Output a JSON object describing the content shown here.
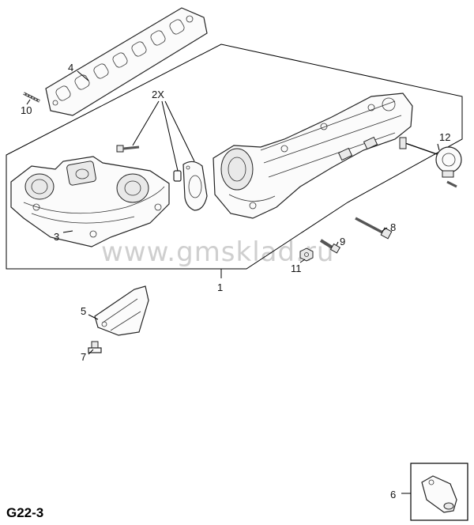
{
  "diagram": {
    "code": "G22-3",
    "watermark": "www.gmsklad.ru",
    "callouts": {
      "c1": "1",
      "c2x": "2X",
      "c3": "3",
      "c4": "4",
      "c5": "5",
      "c6": "6",
      "c7": "7",
      "c8": "8",
      "c9": "9",
      "c10": "10",
      "c11": "11",
      "c12": "12"
    }
  }
}
